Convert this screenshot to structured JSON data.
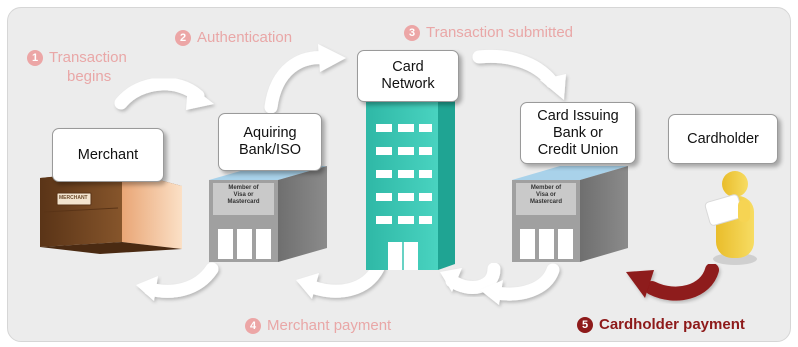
{
  "steps": {
    "s1": {
      "number": "1",
      "text_line1": "Transaction",
      "text_line2": "begins"
    },
    "s2": {
      "number": "2",
      "text": "Authentication"
    },
    "s3": {
      "number": "3",
      "text": "Transaction submitted"
    },
    "s4": {
      "number": "4",
      "text": "Merchant payment"
    },
    "s5": {
      "number": "5",
      "text": "Cardholder payment"
    }
  },
  "nodes": {
    "merchant": {
      "label": "Merchant",
      "storefront_sign": "MERCHANT"
    },
    "acquiring": {
      "label_line1": "Aquiring",
      "label_line2": "Bank/ISO",
      "sign_line1": "Member of",
      "sign_line2": "Visa or",
      "sign_line3": "Mastercard"
    },
    "network": {
      "label_line1": "Card",
      "label_line2": "Network"
    },
    "issuing": {
      "label_line1": "Card Issuing",
      "label_line2": "Bank or",
      "label_line3": "Credit Union",
      "sign_line1": "Member of",
      "sign_line2": "Visa or",
      "sign_line3": "Mastercard"
    },
    "cardholder": {
      "label": "Cardholder"
    }
  },
  "colors": {
    "step_text": "#e9a7a7",
    "cardholder_payment": "#8e1a1a",
    "network_building": "#35c3b0",
    "network_roof": "#1f3f94",
    "bank_wall": "#9c9c9c",
    "bank_roof": "#9ac9e6",
    "merchant_wall": "#7a4a22",
    "merchant_front": "#f0b98a",
    "cardholder_figure": "#f2cd3c"
  }
}
